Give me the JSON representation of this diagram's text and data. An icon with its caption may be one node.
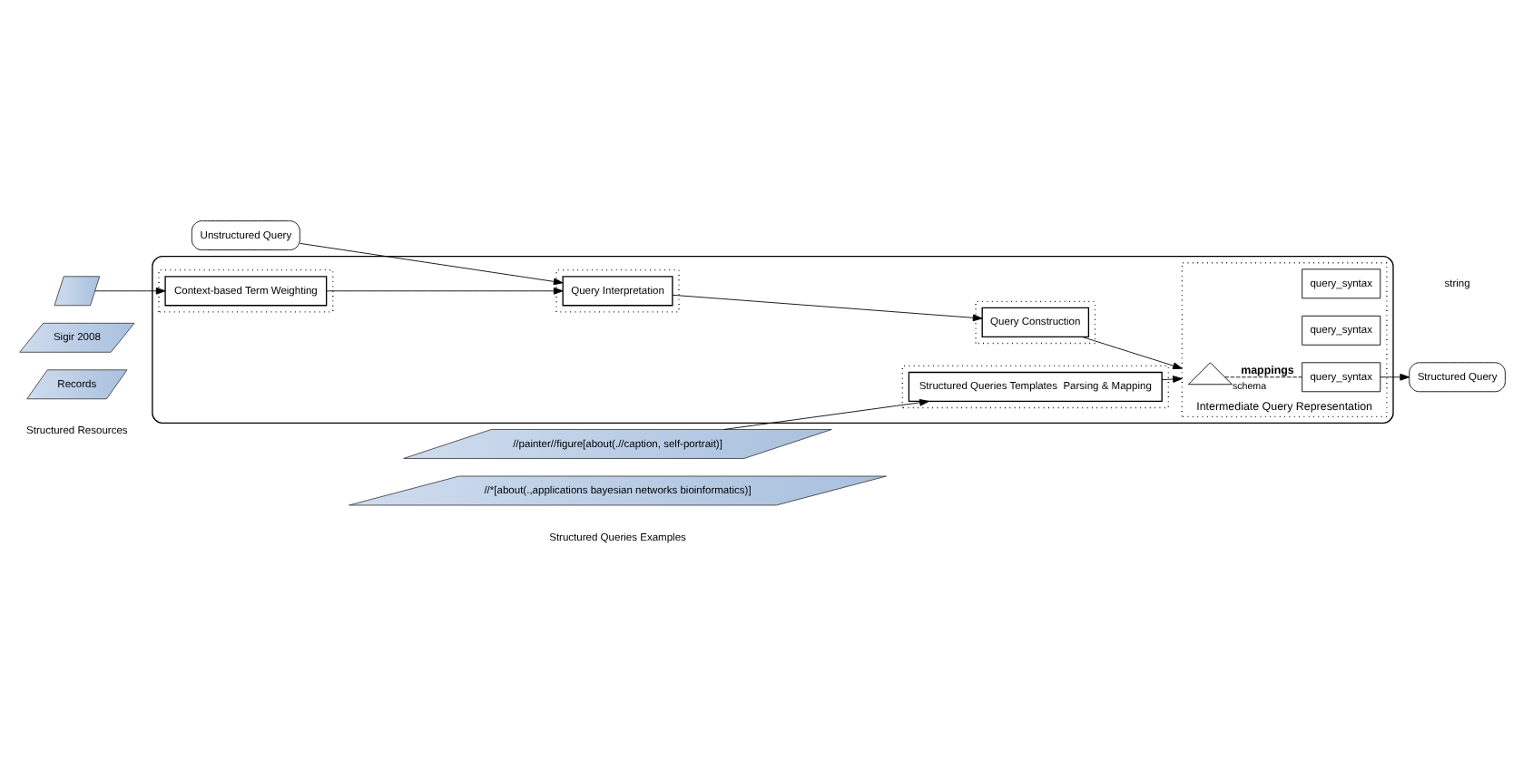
{
  "diagram": {
    "nodes": [
      {
        "text": [
          "Unstructured Query"
        ]
      },
      {
        "text": [
          "Structured Query"
        ]
      },
      {
        "text": [],
        "shape": "box"
      },
      {
        "text": [],
        "shape": "box",
        "in": 2
      },
      {
        "text": [
          "Query Interpretation"
        ],
        "in": 3
      },
      {
        "text": [],
        "shape": "box",
        "in": 2
      },
      {
        "text": [
          "Query Construction"
        ],
        "in": 5
      },
      {
        "text": [],
        "shape": "box",
        "in": 2
      },
      {
        "text": [
          "Context-based Term Weighting"
        ],
        "in": 7
      },
      {
        "text": [
          "Intermediate Query Representation"
        ],
        "in": 2
      },
      {
        "text": [],
        "shape": "picture",
        "in": 9,
        "beside": [
          "schema"
        ]
      },
      {
        "text": [
          "query_syntax"
        ],
        "in": 9
      },
      {
        "text": [
          "query_syntax"
        ],
        "in": 9
      },
      {
        "text": [
          "query_syntax"
        ],
        "in": 9
      },
      {
        "text": [],
        "shape": "box",
        "in": 2
      },
      {
        "text": [
          "Structured Queries Templates  Parsing & Mapping"
        ],
        "in": 14
      },
      {
        "text": [],
        "shape": "parallelogram"
      },
      {
        "text": [
          "Sigir 2008"
        ]
      },
      {
        "text": [
          "Records"
        ]
      },
      {
        "text": [
          "//painter//figure[about(.//caption, self-portrait)]"
        ]
      },
      {
        "text": [
          "//*[about(.,applications bayesian networks bioinformatics)]"
        ]
      }
    ],
    "edges": [
      {
        "from": 0,
        "to": 4,
        "arrow": "to"
      },
      {
        "from": 8,
        "to": 4,
        "arrow": "to"
      },
      {
        "from": 4,
        "to": 6,
        "arrow": "to"
      },
      {
        "from": 6,
        "to": 9,
        "arrow": "to"
      },
      {
        "from": 10,
        "to": 11,
        "arrow": "none",
        "style": "dashed",
        "label": "mappings"
      },
      {
        "from": 11,
        "to": 1,
        "arrow": "to"
      },
      {
        "from": 15,
        "to": 9,
        "arrow": "to"
      },
      {
        "from": 16,
        "to": 8,
        "arrow": "to"
      },
      {
        "from": 19,
        "to": 15,
        "arrow": "to"
      }
    ],
    "labels": [
      "string",
      "Structured Resources",
      "Structured Queries Examples"
    ]
  }
}
